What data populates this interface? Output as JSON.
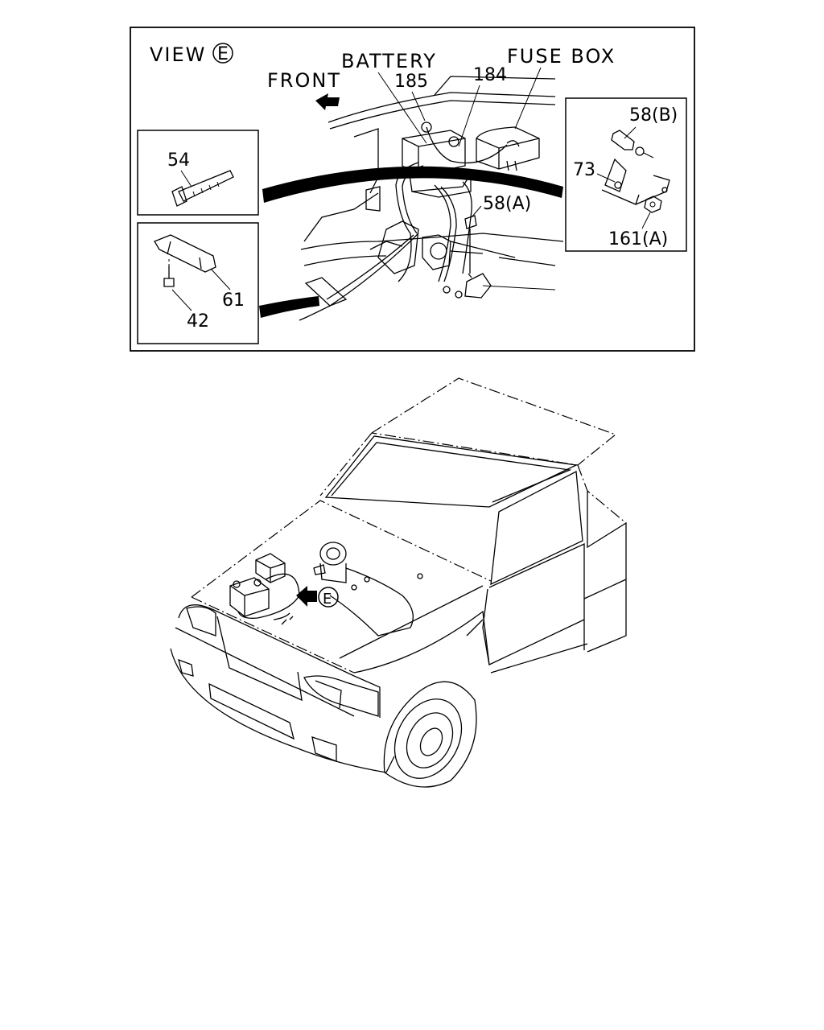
{
  "view": {
    "prefix": "VIEW",
    "letter": "E"
  },
  "labels": {
    "front": "FRONT",
    "battery": "BATTERY",
    "fuse_box": "FUSE BOX",
    "part_185": "185",
    "part_184": "184",
    "part_54": "54",
    "part_58a": "58(A)",
    "part_58b": "58(B)",
    "part_73": "73",
    "part_161a": "161(A)",
    "part_61": "61",
    "part_42": "42"
  },
  "vehicle_view_marker": "E"
}
